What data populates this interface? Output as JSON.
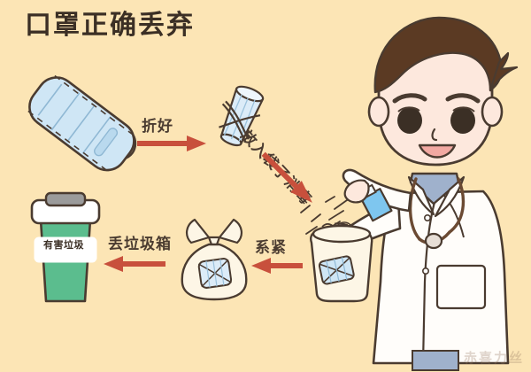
{
  "poster": {
    "title": "口罩正确丢弃",
    "background_color": "#fce5b5",
    "title_color": "#3b2f25",
    "watermark": "赤喜力丝"
  },
  "palette": {
    "background": "#fce5b5",
    "arrow_red": "#c8503c",
    "mask_blue": "#cfe6f5",
    "bin_green": "#5bbd8e",
    "outline_brown": "#4a3b30",
    "coat_white": "#fffdfa",
    "hair_brown": "#5b3a23",
    "skin": "#fde8dd",
    "bag_cream": "#fdf6e6",
    "spray_blue": "#7ec6ef",
    "scrub_blue": "#9fb1cc"
  },
  "steps": [
    {
      "id": "mask",
      "name": "surgical-mask",
      "label": "",
      "description": "unfolded surgical mask"
    },
    {
      "id": "fold",
      "name": "fold-step",
      "label": "折好",
      "arrow": "right"
    },
    {
      "id": "rolled",
      "name": "rolled-mask",
      "label": "",
      "description": "mask folded and tied with ear loops"
    },
    {
      "id": "bag",
      "name": "bag-step",
      "label": "放入袋子消毒",
      "arrow": "diagonal-down-right"
    },
    {
      "id": "spray",
      "name": "disinfect-step",
      "label": "",
      "description": "doctor sprays disinfectant into open bag"
    },
    {
      "id": "tie",
      "name": "tie-step",
      "label": "系紧",
      "arrow": "left"
    },
    {
      "id": "tied-bag",
      "name": "tied-bag",
      "label": "",
      "description": "sealed bag containing mask"
    },
    {
      "id": "discard",
      "name": "discard-step",
      "label": "丢垃圾箱",
      "arrow": "left"
    },
    {
      "id": "bin",
      "name": "trash-bin",
      "label": "有害垃圾",
      "description": "green hazardous waste bin"
    }
  ],
  "bin": {
    "sign_text": "有害垃圾",
    "body_color": "#5bbd8e",
    "lid_color": "#ffffff"
  },
  "doctor": {
    "name": "cartoon-doctor",
    "hair_color": "#5b3a23",
    "coat_color": "#fffdfa",
    "has_stethoscope": true,
    "holding": "spray-bottle"
  }
}
